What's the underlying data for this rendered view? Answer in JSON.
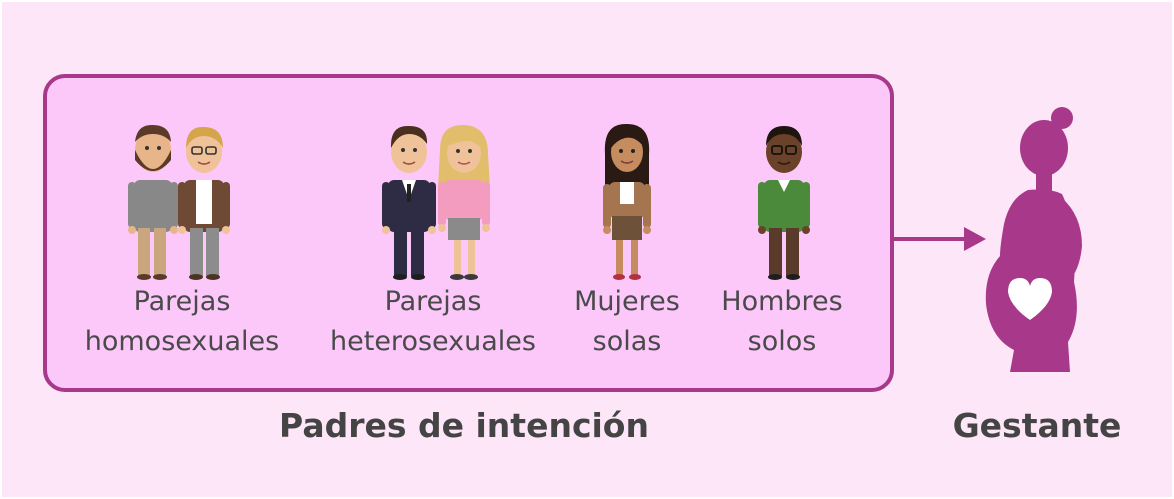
{
  "groups": [
    {
      "line1": "Parejas",
      "line2": "homosexuales"
    },
    {
      "line1": "Parejas",
      "line2": "heterosexuales"
    },
    {
      "line1": "Mujeres",
      "line2": "solas"
    },
    {
      "line1": "Hombres",
      "line2": "solos"
    }
  ],
  "captions": {
    "intended_parents": "Padres de intención",
    "surrogate": "Gestante"
  },
  "colors": {
    "background": "#fde6f8",
    "box_fill": "#fcc8fa",
    "accent": "#a8388a",
    "text": "#4a4a4a"
  }
}
